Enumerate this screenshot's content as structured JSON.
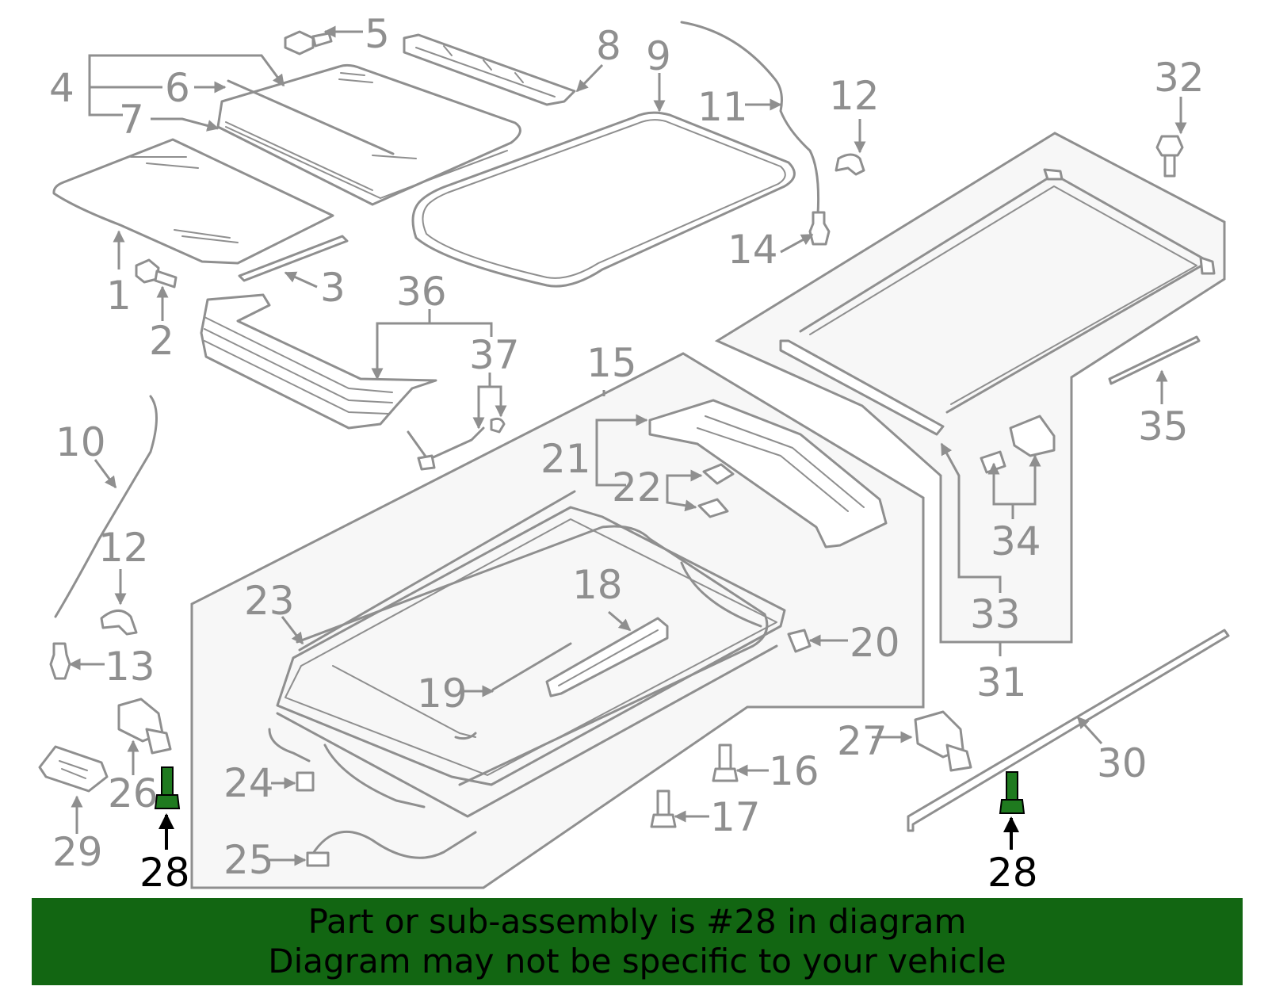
{
  "diagram": {
    "labels": [
      "1",
      "2",
      "3",
      "4",
      "5",
      "6",
      "7",
      "8",
      "9",
      "10",
      "11",
      "12",
      "12",
      "13",
      "14",
      "15",
      "16",
      "17",
      "18",
      "19",
      "20",
      "21",
      "22",
      "23",
      "24",
      "25",
      "26",
      "27",
      "29",
      "30",
      "31",
      "32",
      "33",
      "34",
      "35",
      "36",
      "37"
    ],
    "highlighted_part": "28",
    "highlight_color": "#1f7a1f"
  },
  "banner": {
    "line1": "Part or sub-assembly is #28 in diagram",
    "line2": "Diagram may not be specific to your vehicle",
    "background": "#126612"
  }
}
